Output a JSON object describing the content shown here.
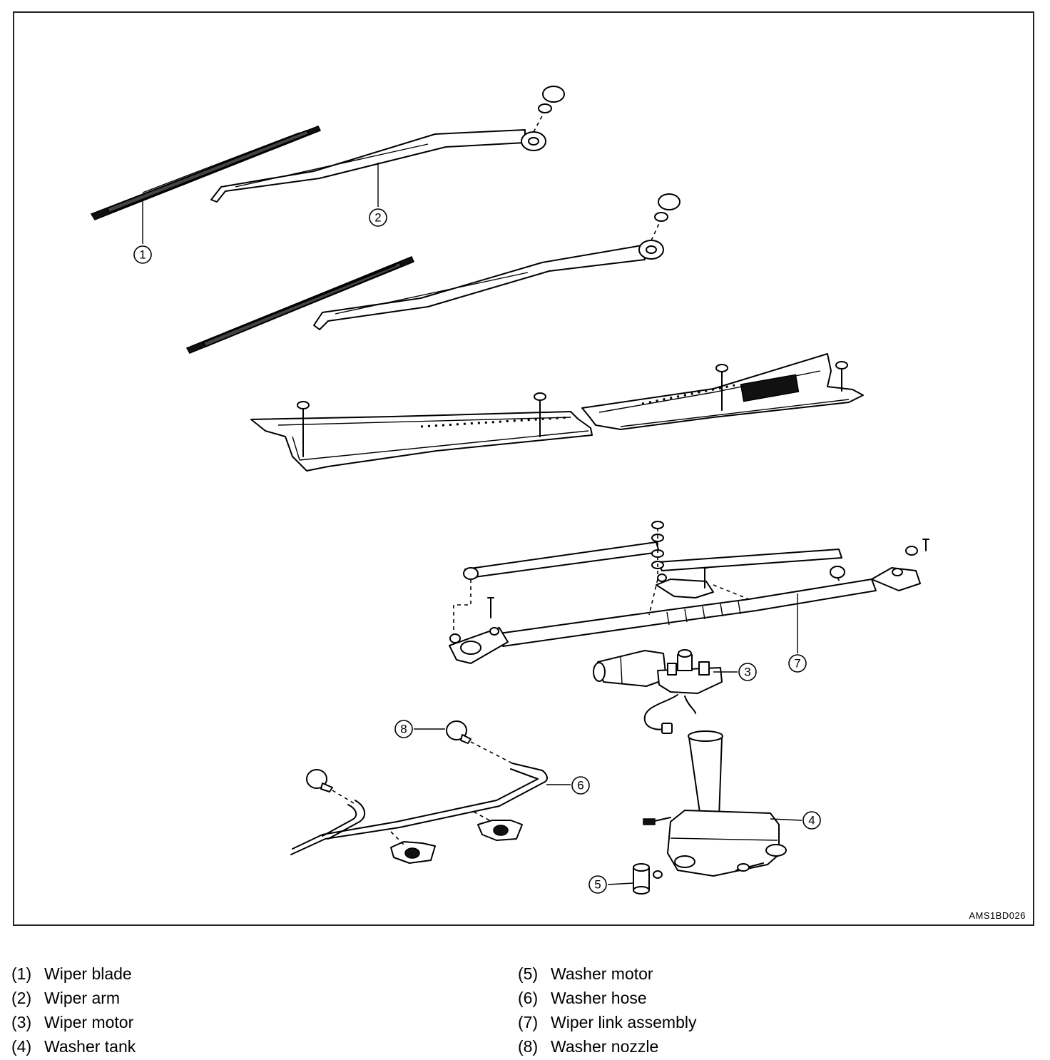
{
  "figure_code": "AMS1BD026",
  "callouts": [
    "1",
    "2",
    "3",
    "4",
    "5",
    "6",
    "7",
    "8"
  ],
  "legend": {
    "left": [
      {
        "num": "(1)",
        "label": "Wiper blade"
      },
      {
        "num": "(2)",
        "label": "Wiper arm"
      },
      {
        "num": "(3)",
        "label": "Wiper motor"
      },
      {
        "num": "(4)",
        "label": "Washer tank"
      }
    ],
    "right": [
      {
        "num": "(5)",
        "label": "Washer motor"
      },
      {
        "num": "(6)",
        "label": "Washer hose"
      },
      {
        "num": "(7)",
        "label": "Wiper link assembly"
      },
      {
        "num": "(8)",
        "label": "Washer nozzle"
      }
    ]
  }
}
